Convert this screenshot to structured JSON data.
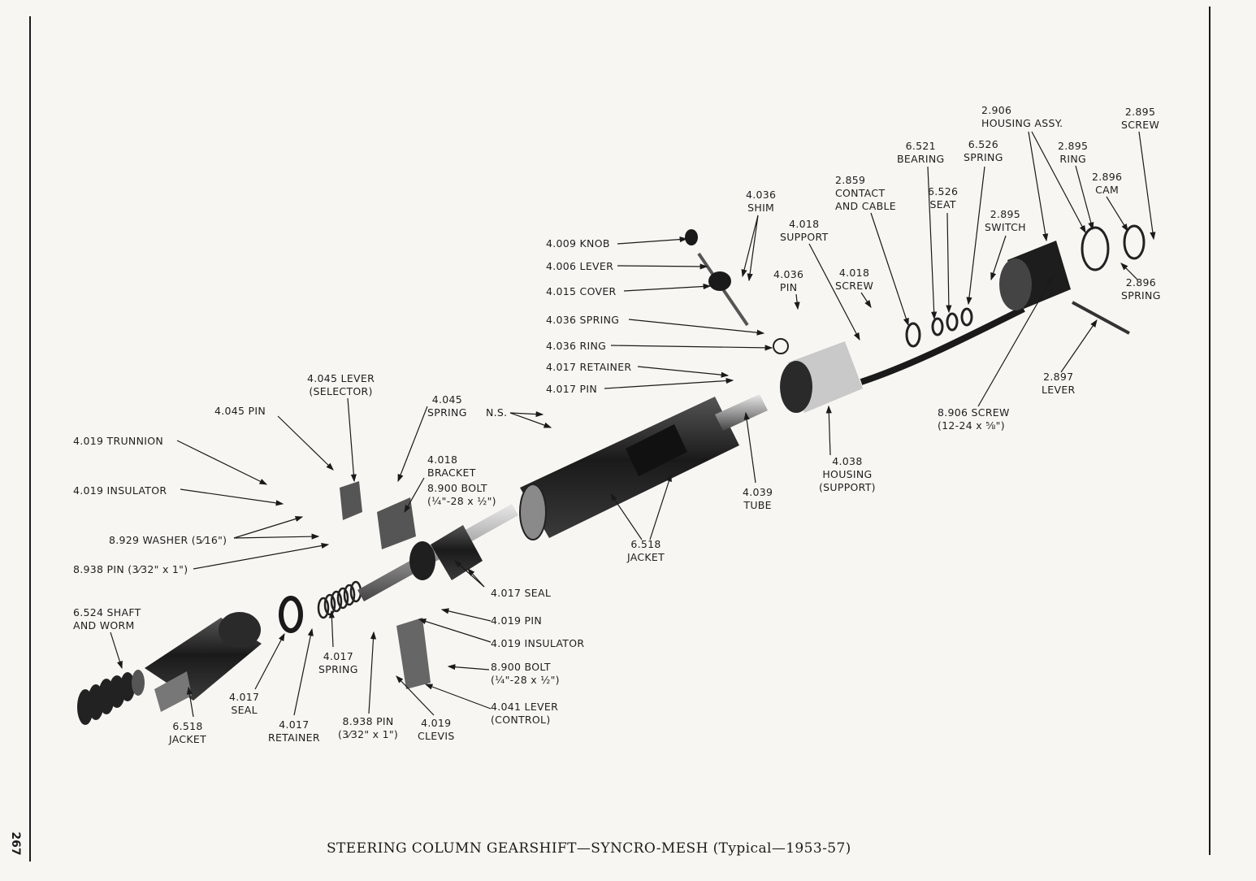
{
  "page_number": "267",
  "caption": "STEERING COLUMN GEARSHIFT—SYNCRO-MESH (Typical—1953-57)",
  "labels": {
    "l_2906": [
      "2.906",
      "HOUSING ASSY."
    ],
    "l_2895_screw": [
      "2.895",
      "SCREW"
    ],
    "l_6521": [
      "6.521",
      "BEARING"
    ],
    "l_6526_spring": [
      "6.526",
      "SPRING"
    ],
    "l_2895_ring": [
      "2.895",
      "RING"
    ],
    "l_2896_cam": [
      "2.896",
      "CAM"
    ],
    "l_2859": [
      "2.859",
      "CONTACT",
      "AND CABLE"
    ],
    "l_6526_seat": [
      "6.526",
      "SEAT"
    ],
    "l_4036_shim": [
      "4.036",
      "SHIM"
    ],
    "l_2895_switch": [
      "2.895",
      "SWITCH"
    ],
    "l_4018_support": [
      "4.018",
      "SUPPORT"
    ],
    "l_2896_spring": [
      "2.896",
      "SPRING"
    ],
    "l_4009": "4.009 KNOB",
    "l_4006": "4.006 LEVER",
    "l_4036_pin": [
      "4.036",
      "PIN"
    ],
    "l_4018_screw": [
      "4.018",
      "SCREW"
    ],
    "l_4015": "4.015 COVER",
    "l_4036_spring": "4.036 SPRING",
    "l_4036_ring": "4.036 RING",
    "l_4017_retainer_top": "4.017 RETAINER",
    "l_4017_pin": "4.017 PIN",
    "l_2897": [
      "2.897",
      "LEVER"
    ],
    "l_4045_lever": [
      "4.045 LEVER",
      "(SELECTOR)"
    ],
    "l_4045_pin": "4.045 PIN",
    "l_4045_spring": [
      "4.045",
      "SPRING"
    ],
    "l_ns": "N.S.",
    "l_8906": [
      "8.906 SCREW",
      "(12-24 x ⅝\")"
    ],
    "l_4019_trunnion": "4.019 TRUNNION",
    "l_4018_bracket": [
      "4.018",
      "BRACKET"
    ],
    "l_8900_bolt_top": [
      "8.900 BOLT",
      "(¼\"-28 x ½\")"
    ],
    "l_4038": [
      "4.038",
      "HOUSING",
      "(SUPPORT)"
    ],
    "l_4019_insulator_top": "4.019 INSULATOR",
    "l_4039": [
      "4.039",
      "TUBE"
    ],
    "l_8929": "8.929 WASHER (5⁄16\")",
    "l_6518_mid": [
      "6.518",
      "JACKET"
    ],
    "l_8938_left": "8.938 PIN (3⁄32\" x 1\")",
    "l_4017_seal_mid": "4.017 SEAL",
    "l_6524": [
      "6.524 SHAFT",
      "AND WORM"
    ],
    "l_4019_pin": "4.019 PIN",
    "l_4019_insulator_low": "4.019 INSULATOR",
    "l_4017_spring": [
      "4.017",
      "SPRING"
    ],
    "l_8900_bolt_low": [
      "8.900 BOLT",
      "(¼\"-28 x ½\")"
    ],
    "l_4017_seal_low": [
      "4.017",
      "SEAL"
    ],
    "l_4041": [
      "4.041 LEVER",
      "(CONTROL)"
    ],
    "l_6518_low": [
      "6.518",
      "JACKET"
    ],
    "l_4017_retainer_low": [
      "4.017",
      "RETAINER"
    ],
    "l_8938_low": [
      "8.938 PIN",
      "(3⁄32\" x 1\")"
    ],
    "l_4019_clevis": [
      "4.019",
      "CLEVIS"
    ]
  }
}
